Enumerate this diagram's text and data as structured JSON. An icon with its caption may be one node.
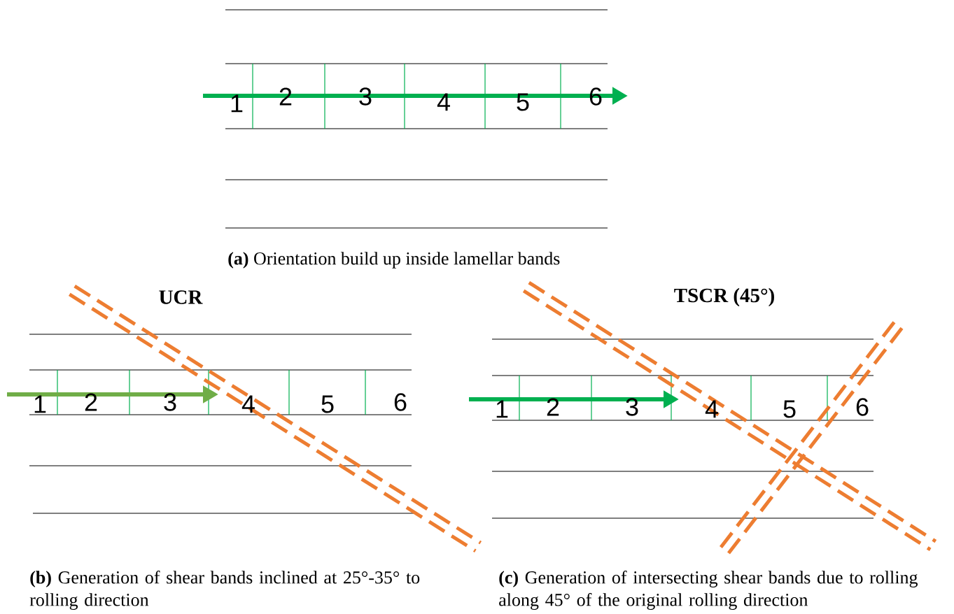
{
  "diagram": {
    "labels": [
      "1",
      "2",
      "3",
      "4",
      "5",
      "6",
      "**(a)** Orientation build up inside lamellar bands",
      "UCR",
      "TSCR (45°)",
      "1",
      "2",
      "3",
      "4",
      "5",
      "6",
      "1",
      "2",
      "3",
      "4",
      "5",
      "6",
      "**(b)** Generation of shear bands inclined at 25°-35° to rolling direction",
      "**(c)** Generation of intersecting shear bands due to rolling along 45° of the original rolling direction"
    ]
  }
}
